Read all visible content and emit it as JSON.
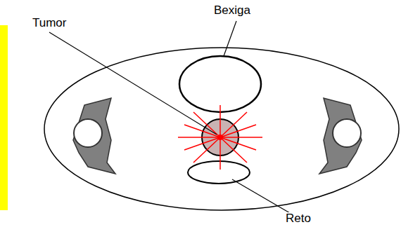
{
  "diagram": {
    "labels": [
      "Tumor",
      "Bexiga",
      "Reto"
    ]
  }
}
